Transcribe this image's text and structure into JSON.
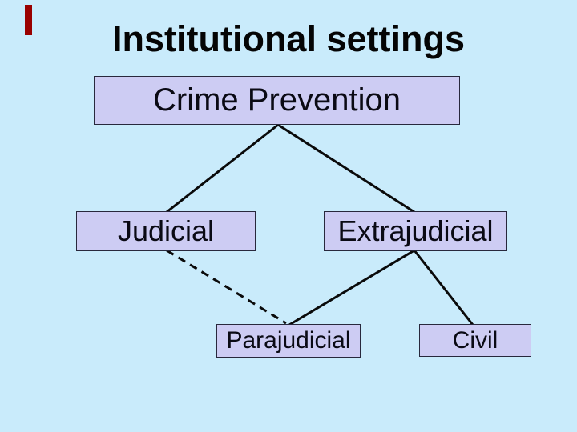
{
  "slide": {
    "title": "Institutional settings"
  },
  "diagram": {
    "nodes": [
      {
        "id": "crime-prevention",
        "label": "Crime Prevention"
      },
      {
        "id": "judicial",
        "label": "Judicial"
      },
      {
        "id": "extrajudicial",
        "label": "Extrajudicial"
      },
      {
        "id": "parajudicial",
        "label": "Parajudicial"
      },
      {
        "id": "civil",
        "label": "Civil"
      }
    ],
    "edges": [
      {
        "from": "crime-prevention",
        "to": "judicial",
        "style": "solid"
      },
      {
        "from": "crime-prevention",
        "to": "extrajudicial",
        "style": "solid"
      },
      {
        "from": "judicial",
        "to": "parajudicial",
        "style": "dashed"
      },
      {
        "from": "extrajudicial",
        "to": "parajudicial",
        "style": "solid"
      },
      {
        "from": "extrajudicial",
        "to": "civil",
        "style": "solid"
      }
    ]
  },
  "colors": {
    "background": "#c9ebfb",
    "node_fill": "#cdccf3",
    "node_border": "#28283c",
    "line": "#0a0a0a",
    "accent_bar": "#990000",
    "text": "#0a0a14"
  }
}
